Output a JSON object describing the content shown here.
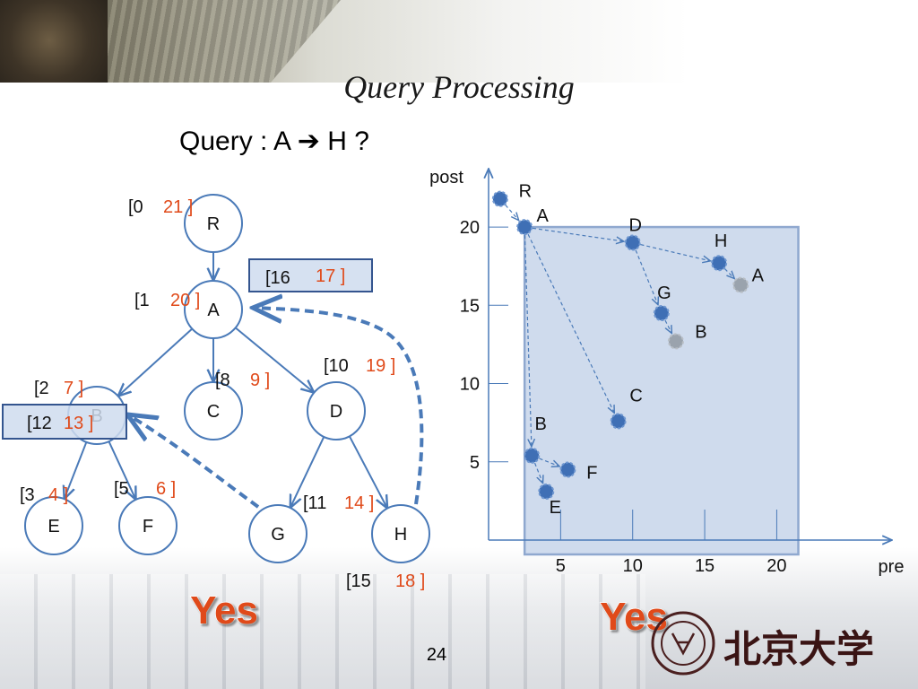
{
  "slide": {
    "title": "Query Processing",
    "query": "Query :  A  ➔ H ?",
    "page_number": "24",
    "answer_tree": "Yes",
    "answer_plot": "Yes",
    "logo_text": "北京大学"
  },
  "colors": {
    "node_stroke": "#4a7ab8",
    "edge": "#4a7ab8",
    "highlight_red": "#e04a1a",
    "box_fill": "#cfdcee",
    "box_stroke": "#34558f",
    "region_fill": "#c7d5ea",
    "point_blue": "#3f6fb5",
    "point_gray": "#9aa3ad"
  },
  "tree": {
    "nodes": [
      {
        "id": "R",
        "label": "R",
        "pre": "[0",
        "post": "21 ]"
      },
      {
        "id": "A",
        "label": "A",
        "pre": "[1",
        "post": "20 ]"
      },
      {
        "id": "B",
        "label": "B",
        "pre": "[2",
        "post": "7 ]"
      },
      {
        "id": "C",
        "label": "C",
        "pre": "[8",
        "post": "9 ]"
      },
      {
        "id": "D",
        "label": "D",
        "pre": "[10",
        "post": "19 ]"
      },
      {
        "id": "E",
        "label": "E",
        "pre": "[3",
        "post": "4 ]"
      },
      {
        "id": "F",
        "label": "F",
        "pre": "[5",
        "post": "6 ]"
      },
      {
        "id": "G",
        "label": "G",
        "pre": "[11",
        "post": "14 ]"
      },
      {
        "id": "H",
        "label": "H",
        "pre": "[15",
        "post": "18 ]"
      }
    ],
    "edges": [
      [
        "R",
        "A"
      ],
      [
        "A",
        "B"
      ],
      [
        "A",
        "C"
      ],
      [
        "A",
        "D"
      ],
      [
        "B",
        "E"
      ],
      [
        "B",
        "F"
      ],
      [
        "D",
        "G"
      ],
      [
        "D",
        "H"
      ]
    ],
    "links": [
      {
        "from": "H",
        "to": "A",
        "pre": "[16",
        "post": "17 ]"
      },
      {
        "from": "G",
        "to": "B",
        "pre": "[12",
        "post": "13 ]"
      }
    ]
  },
  "chart_data": {
    "type": "scatter",
    "xlabel": "pre",
    "ylabel": "post",
    "xticks": [
      5,
      10,
      15,
      20
    ],
    "yticks": [
      5,
      10,
      15,
      20
    ],
    "xlim": [
      0,
      28
    ],
    "ylim": [
      0,
      23.5
    ],
    "region": {
      "x": [
        2.5,
        21.5
      ],
      "y": [
        0,
        20
      ]
    },
    "points": [
      {
        "label": "R",
        "x": 0.8,
        "y": 21.8,
        "style": "solid"
      },
      {
        "label": "A",
        "x": 2.5,
        "y": 20,
        "style": "solid"
      },
      {
        "label": "D",
        "x": 10,
        "y": 19,
        "style": "solid"
      },
      {
        "label": "H",
        "x": 16,
        "y": 17.7,
        "style": "solid"
      },
      {
        "label": "A",
        "x": 17.5,
        "y": 16.3,
        "style": "ghost"
      },
      {
        "label": "G",
        "x": 12,
        "y": 14.5,
        "style": "solid"
      },
      {
        "label": "B",
        "x": 13,
        "y": 12.7,
        "style": "ghost"
      },
      {
        "label": "C",
        "x": 9,
        "y": 7.6,
        "style": "solid"
      },
      {
        "label": "B",
        "x": 3,
        "y": 5.4,
        "style": "solid"
      },
      {
        "label": "F",
        "x": 5.5,
        "y": 4.5,
        "style": "solid"
      },
      {
        "label": "E",
        "x": 4,
        "y": 3.1,
        "style": "solid"
      }
    ],
    "arrows": [
      [
        0,
        1
      ],
      [
        1,
        2
      ],
      [
        2,
        3
      ],
      [
        3,
        4
      ],
      [
        2,
        5
      ],
      [
        5,
        6
      ],
      [
        1,
        7
      ],
      [
        1,
        8
      ],
      [
        8,
        9
      ],
      [
        8,
        10
      ]
    ]
  }
}
